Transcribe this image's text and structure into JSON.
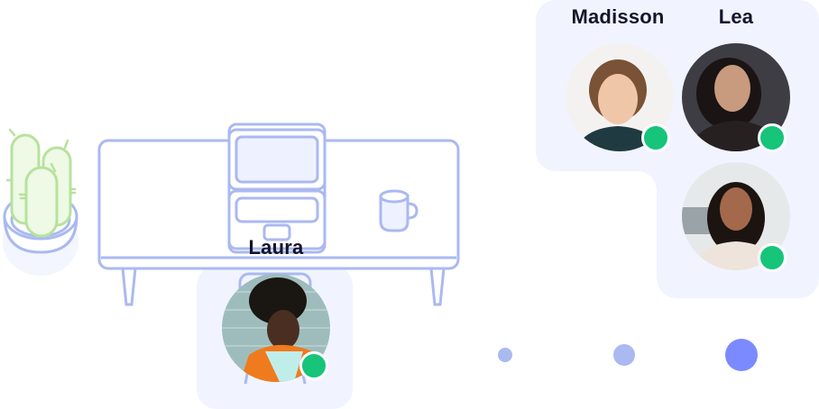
{
  "colors": {
    "panel_bg": "#f1f4ff",
    "line_stroke": "#aab9f0",
    "cactus_stroke": "#b7e29c",
    "cactus_fill": "#eef9e6",
    "status_online": "#16c47a",
    "name_text": "#14142b",
    "dot_inactive": "#aab9f0",
    "dot_active": "#7b8aff"
  },
  "desk": {
    "occupant": {
      "name": "Laura",
      "status": "online",
      "avatar": "laura-avatar"
    }
  },
  "group": {
    "members": [
      {
        "name": "Madisson",
        "status": "online",
        "avatar": "madisson-avatar"
      },
      {
        "name": "Lea",
        "status": "online",
        "avatar": "lea-avatar"
      },
      {
        "name": "",
        "status": "online",
        "avatar": "third-member-avatar"
      }
    ]
  },
  "pagination": {
    "dots": [
      {
        "index": 1,
        "active": false
      },
      {
        "index": 2,
        "active": false
      },
      {
        "index": 3,
        "active": true
      }
    ]
  }
}
